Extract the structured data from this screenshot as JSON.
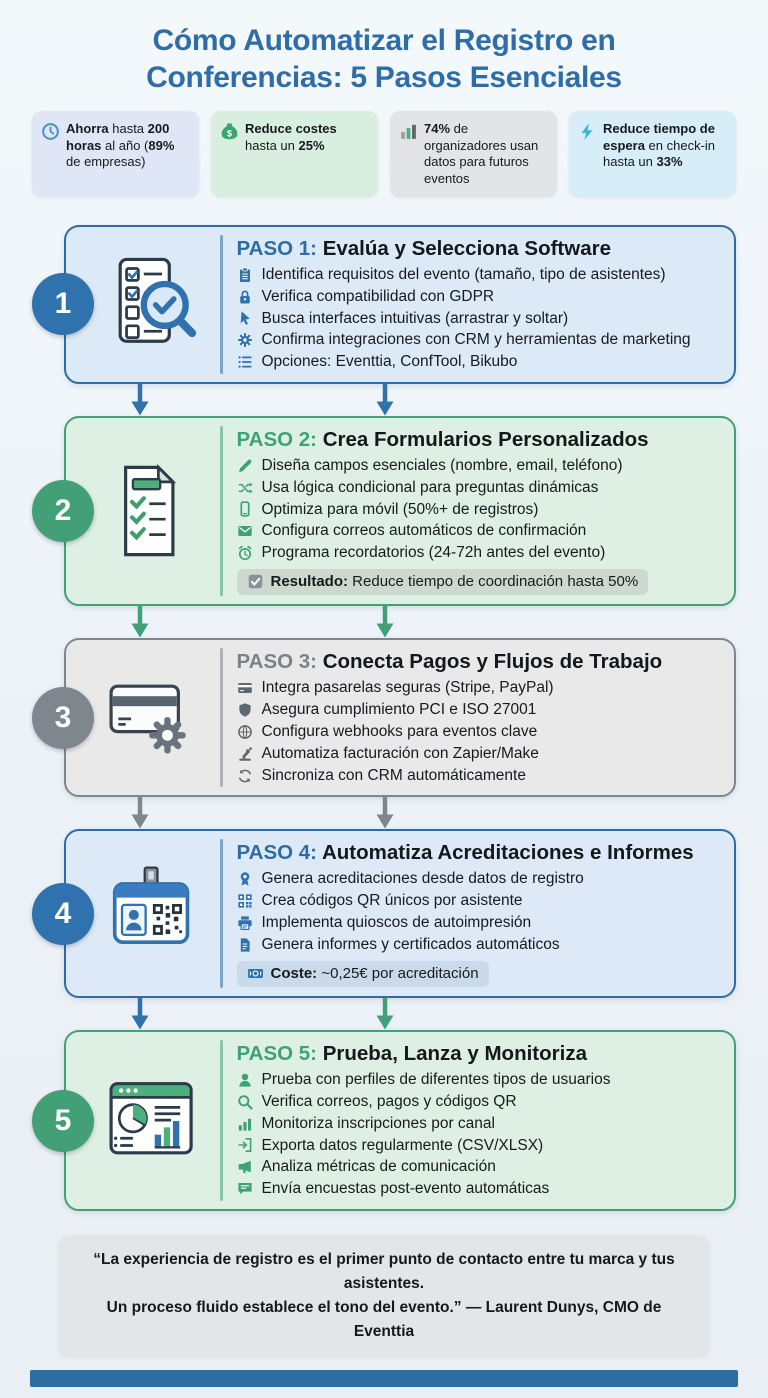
{
  "title": {
    "line1": "Cómo Automatizar el Registro en",
    "line2": "Conferencias: 5 Pasos Esenciales",
    "color": "#2f6da8"
  },
  "stats": [
    {
      "icon": "clock",
      "icon_color": "#4a8fc7",
      "bg": "#dfe6f6",
      "segments": [
        {
          "t": "Ahorra",
          "b": 1
        },
        {
          "t": " hasta "
        },
        {
          "t": "200 horas",
          "b": 1
        },
        {
          "t": " al año ("
        },
        {
          "t": "89%",
          "b": 1
        },
        {
          "t": " de empresas)"
        }
      ]
    },
    {
      "icon": "money-bag",
      "icon_color": "#3aa672",
      "bg": "#d8efdf",
      "segments": [
        {
          "t": "Reduce costes",
          "b": 1
        },
        {
          "t": " hasta un "
        },
        {
          "t": "25%",
          "b": 1
        }
      ]
    },
    {
      "icon": "bar-chart",
      "icon_color": "#6a7178",
      "bg": "#e3e4e6",
      "segments": [
        {
          "t": "74%",
          "b": 1
        },
        {
          "t": " de organizadores usan datos para futuros eventos"
        }
      ]
    },
    {
      "icon": "lightning",
      "icon_color": "#39b5d8",
      "bg": "#d7edf7",
      "segments": [
        {
          "t": "Reduce tiempo de espera",
          "b": 1
        },
        {
          "t": " en check-in hasta un "
        },
        {
          "t": "33%",
          "b": 1
        }
      ]
    }
  ],
  "steps": [
    {
      "num": "1",
      "label": "PASO 1:",
      "title": "Evalúa y Selecciona Software",
      "illustration": "clipboard-search",
      "theme": {
        "border": "#2e6da4",
        "bg": "#dce9f6",
        "circle": "#2f72ad",
        "label": "#2e6da4",
        "icon": "#2f72ad"
      },
      "bullets": [
        {
          "icon": "clipboard",
          "text": "Identifica requisitos del evento (tamaño, tipo de asistentes)"
        },
        {
          "icon": "lock",
          "text": "Verifica compatibilidad con GDPR"
        },
        {
          "icon": "cursor",
          "text": "Busca interfaces intuitivas (arrastrar y soltar)"
        },
        {
          "icon": "gear",
          "text": "Confirma integraciones con CRM y herramientas de marketing"
        },
        {
          "icon": "list",
          "text": "Opciones: Eventtia, ConfTool, Bikubo"
        }
      ],
      "badge": null
    },
    {
      "num": "2",
      "label": "PASO 2:",
      "title": "Crea Formularios Personalizados",
      "illustration": "form-check",
      "theme": {
        "border": "#43a076",
        "bg": "#def0e4",
        "circle": "#43a076",
        "label": "#3fa273",
        "icon": "#3fa273"
      },
      "bullets": [
        {
          "icon": "pencil",
          "text": "Diseña campos esenciales (nombre, email, teléfono)"
        },
        {
          "icon": "shuffle",
          "text": "Usa lógica condicional para preguntas dinámicas"
        },
        {
          "icon": "phone",
          "text": "Optimiza para móvil (50%+ de registros)"
        },
        {
          "icon": "mail",
          "text": "Configura correos automáticos de confirmación"
        },
        {
          "icon": "alarm",
          "text": "Programa recordatorios (24-72h antes del evento)"
        }
      ],
      "badge": {
        "icon": "checkbox",
        "icon_color": "#8a9299",
        "bg": "#cdd9cf",
        "segments": [
          {
            "t": "Resultado:",
            "b": 1
          },
          {
            "t": " Reduce tiempo de coordinación hasta 50%"
          }
        ]
      }
    },
    {
      "num": "3",
      "label": "PASO 3:",
      "title": "Conecta Pagos y Flujos de Trabajo",
      "illustration": "payment-gear",
      "theme": {
        "border": "#7e868e",
        "bg": "#e9e9ea",
        "circle": "#7e868e",
        "label": "#7a828a",
        "icon": "#5f6870"
      },
      "bullets": [
        {
          "icon": "card",
          "text": "Integra pasarelas seguras (Stripe, PayPal)"
        },
        {
          "icon": "shield",
          "text": "Asegura cumplimiento PCI e ISO 27001"
        },
        {
          "icon": "globe",
          "text": "Configura webhooks para eventos clave"
        },
        {
          "icon": "automation",
          "text": "Automatiza facturación con Zapier/Make"
        },
        {
          "icon": "sync",
          "text": "Sincroniza con CRM automáticamente"
        }
      ],
      "badge": null
    },
    {
      "num": "4",
      "label": "PASO 4:",
      "title": "Automatiza Acreditaciones e Informes",
      "illustration": "badge-qr",
      "theme": {
        "border": "#2e6da4",
        "bg": "#dde9f7",
        "circle": "#2f72ad",
        "label": "#2e6da4",
        "icon": "#2f72ad"
      },
      "bullets": [
        {
          "icon": "ribbon",
          "text": "Genera acreditaciones desde datos de registro"
        },
        {
          "icon": "qr",
          "text": "Crea códigos QR únicos por asistente"
        },
        {
          "icon": "printer",
          "text": "Implementa quioscos de autoimpresión"
        },
        {
          "icon": "doc",
          "text": "Genera informes y certificados automáticos"
        }
      ],
      "badge": {
        "icon": "banknote",
        "icon_color": "#2f72ad",
        "bg": "#c9dbeb",
        "segments": [
          {
            "t": "Coste:",
            "b": 1
          },
          {
            "t": " ~0,25€ por acreditación"
          }
        ]
      }
    },
    {
      "num": "5",
      "label": "PASO 5:",
      "title": "Prueba, Lanza y Monitoriza",
      "illustration": "dashboard",
      "theme": {
        "border": "#43a076",
        "bg": "#def0e4",
        "circle": "#43a076",
        "label": "#3fa273",
        "icon": "#3fa273"
      },
      "bullets": [
        {
          "icon": "user",
          "text": "Prueba con perfiles de diferentes tipos de usuarios"
        },
        {
          "icon": "search",
          "text": "Verifica correos, pagos y códigos QR"
        },
        {
          "icon": "chart",
          "text": "Monitoriza inscripciones por canal"
        },
        {
          "icon": "export",
          "text": "Exporta datos regularmente (CSV/XLSX)"
        },
        {
          "icon": "megaphone",
          "text": "Analiza métricas de comunicación"
        },
        {
          "icon": "survey",
          "text": "Envía encuestas post-evento automáticas"
        }
      ],
      "badge": null
    }
  ],
  "arrows": {
    "pairs": [
      [
        "#2f72ad",
        "#2f72ad"
      ],
      [
        "#43a076",
        "#43a076"
      ],
      [
        "#7e868e",
        "#7e868e"
      ],
      [
        "#2f72ad",
        "#43a076"
      ]
    ],
    "x_positions": [
      65,
      310
    ]
  },
  "quote": {
    "line1": "“La experiencia de registro es el primer punto de contacto entre tu marca y tus asistentes.",
    "line2": "Un proceso fluido establece el tono del evento.” — Laurent Dunys, CMO de Eventtia"
  },
  "footer": {
    "bar_color": "#2e6da4"
  }
}
